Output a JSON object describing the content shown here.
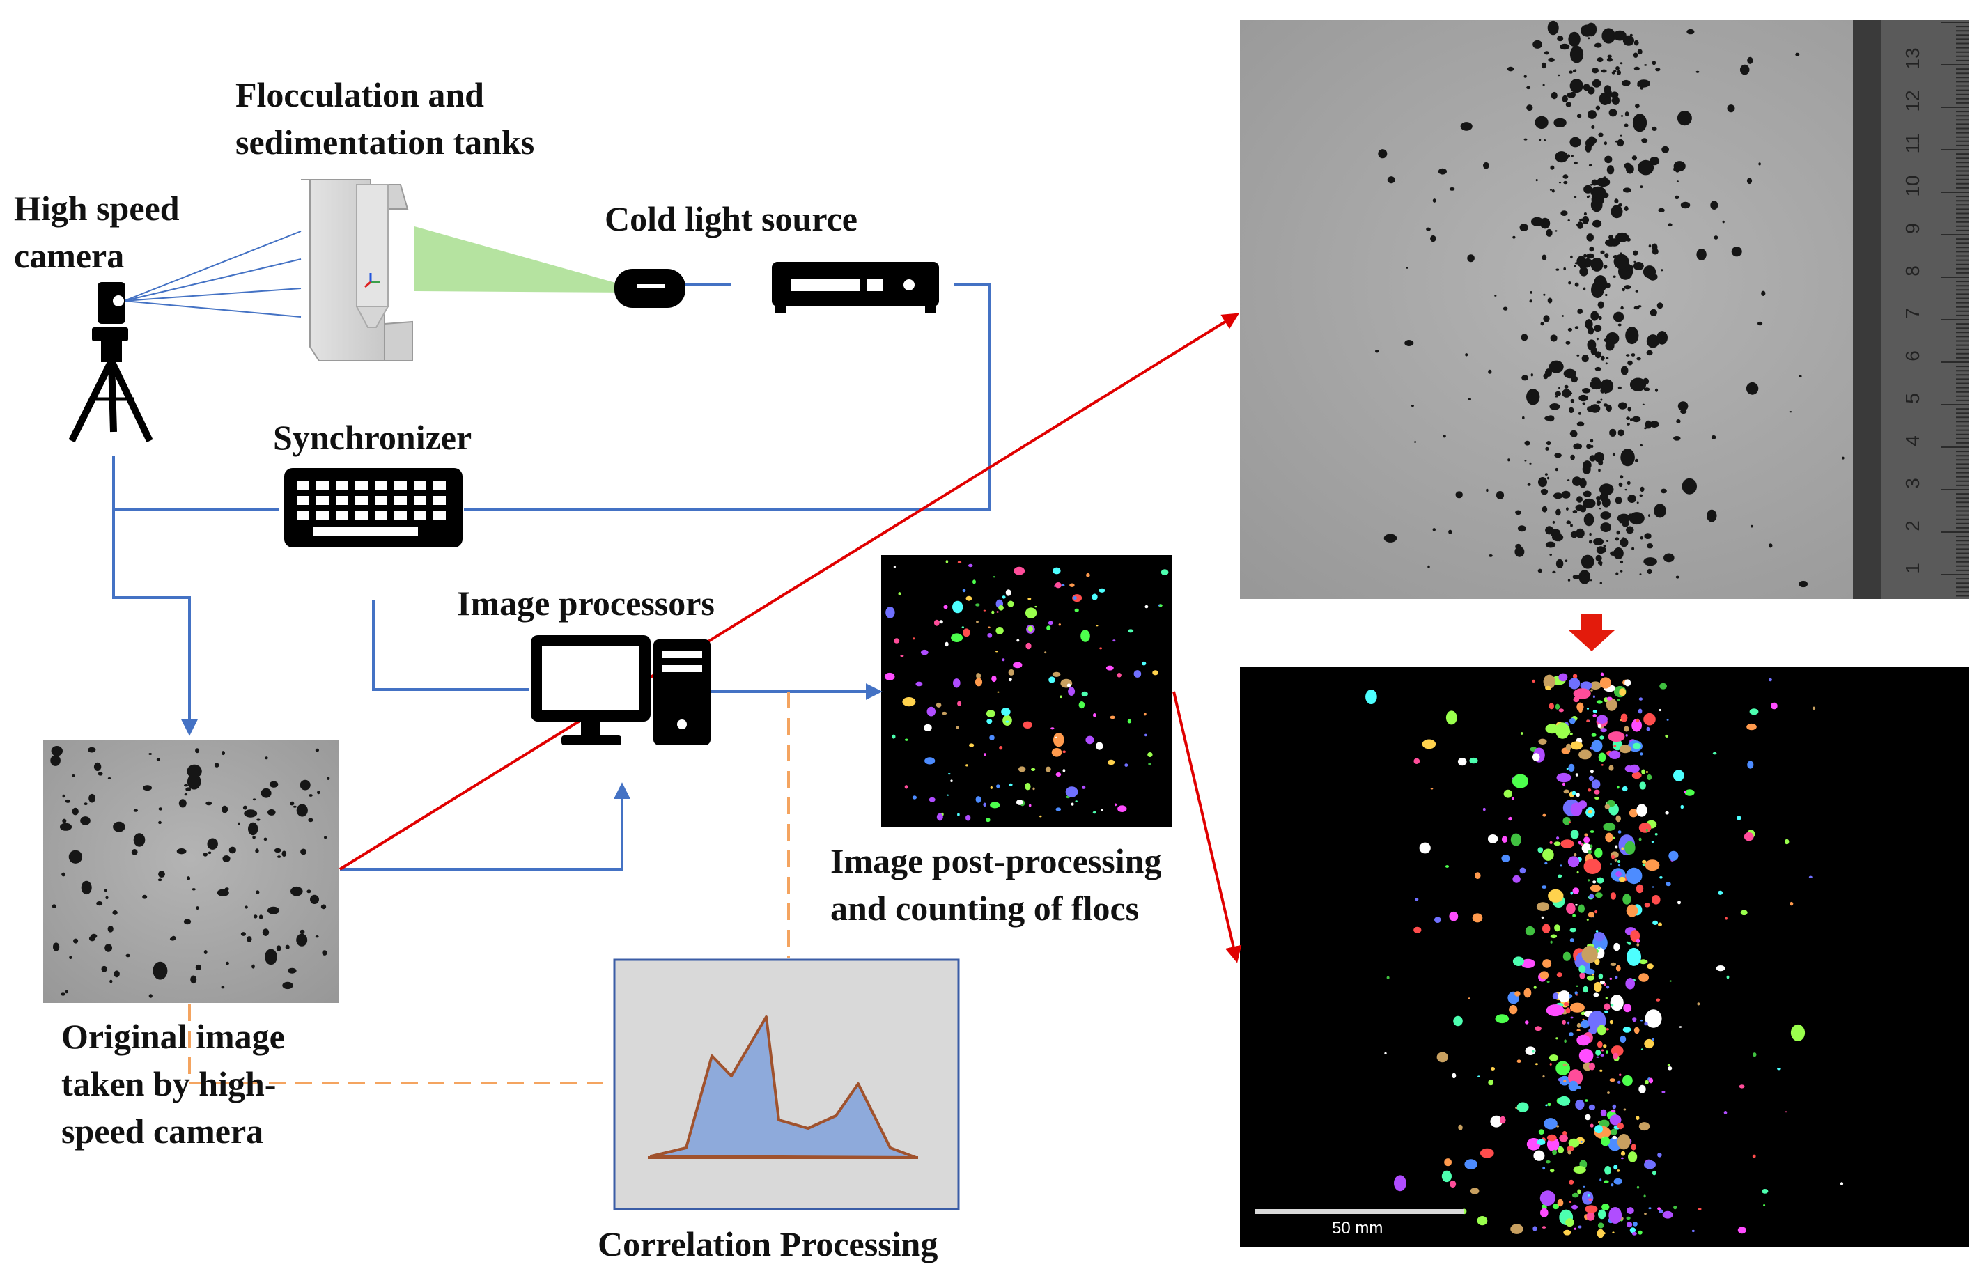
{
  "labels": {
    "tanks": [
      "Flocculation and",
      "sedimentation tanks"
    ],
    "camera": [
      "High speed",
      "camera"
    ],
    "light": "Cold light source",
    "synchronizer": "Synchronizer",
    "processors": "Image processors",
    "postprocessing": [
      "Image post-processing",
      "and counting of flocs"
    ],
    "original": [
      "Original image",
      "taken by high-",
      "speed camera"
    ],
    "correlation": "Correlation Processing",
    "scale_bar": "50 mm"
  },
  "ruler_numbers": [
    "13",
    "12",
    "11",
    "10",
    "9",
    "8",
    "7",
    "6",
    "5",
    "4",
    "3",
    "2",
    "1"
  ],
  "colors": {
    "connector_blue": "#4472c4",
    "dashed_orange": "#f4a460",
    "red_arrow": "#e00000",
    "light_beam": "#b5e3a0",
    "histogram_fill": "#8eaadb",
    "histogram_stroke": "#a0522d",
    "histogram_panel": "#d9d9d9"
  },
  "icons": [
    "camera-tripod-icon",
    "tank-icon",
    "light-source-icon",
    "light-controller-icon",
    "keyboard-icon",
    "computer-icon"
  ]
}
